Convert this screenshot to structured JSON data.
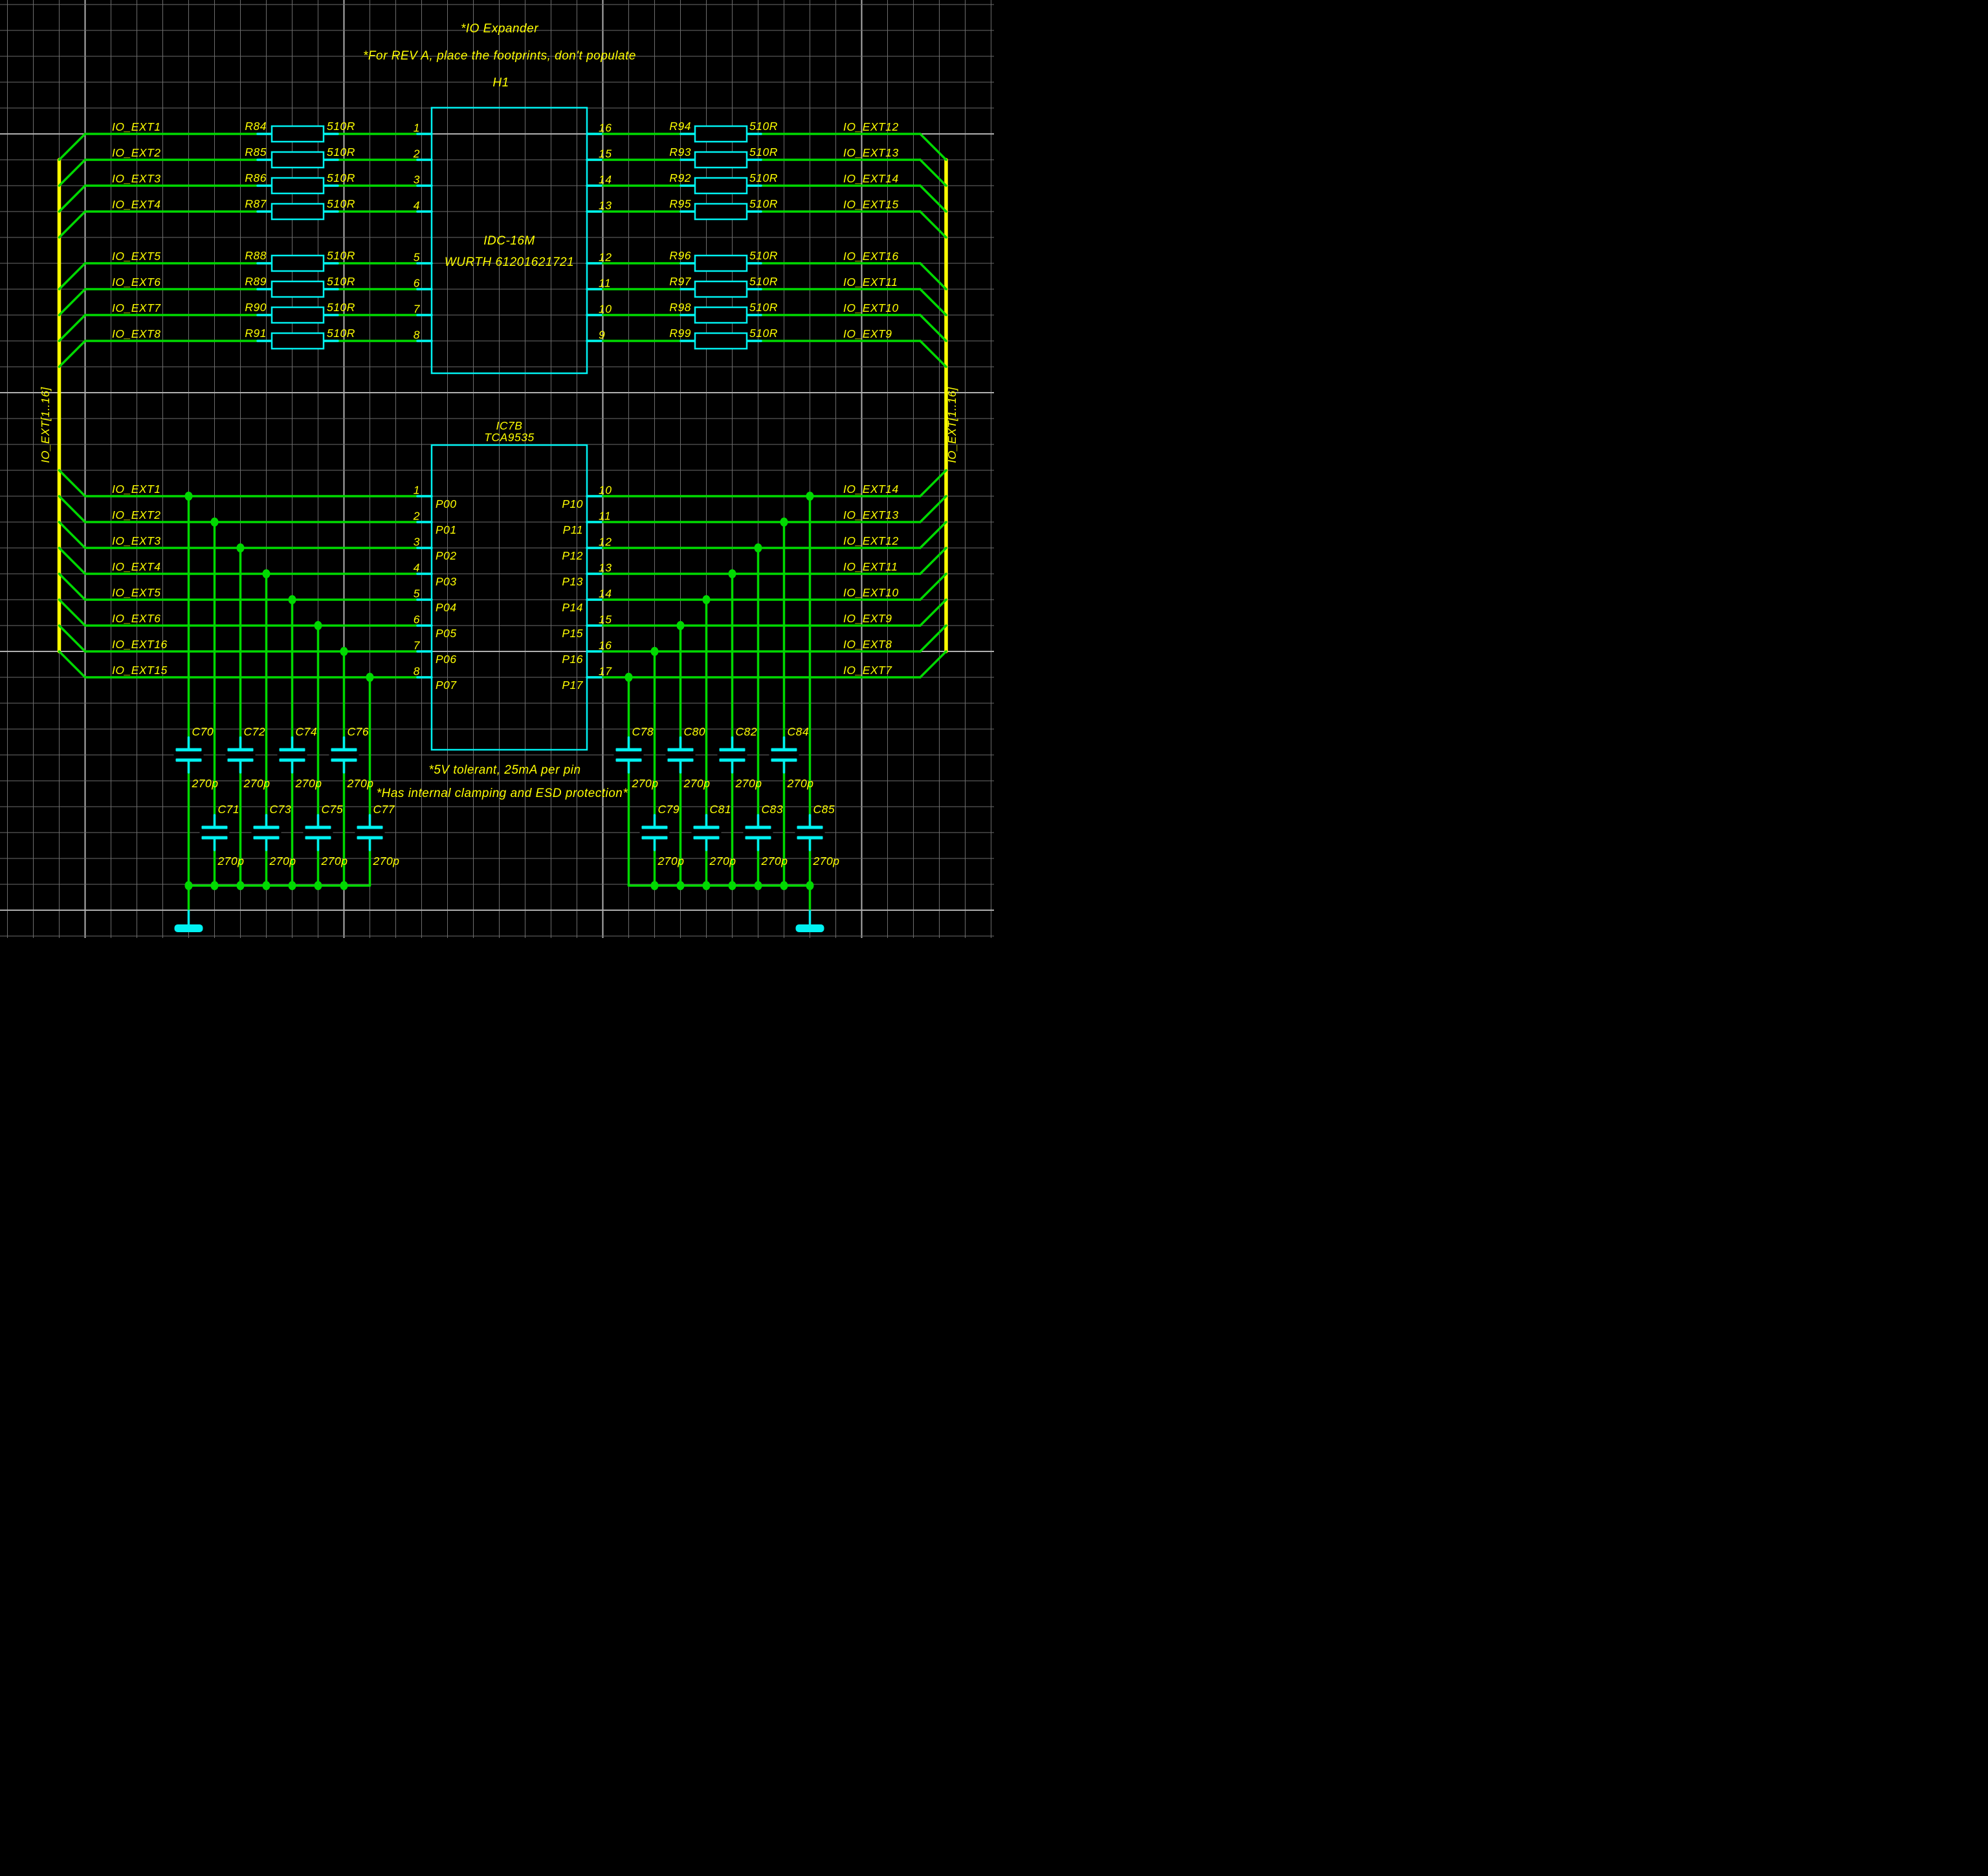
{
  "app": {
    "type": "schematic-editor-canvas"
  },
  "colors": {
    "background": "#000000",
    "wire": "#00d900",
    "device": "#00f2f2",
    "text": "#ffff00",
    "bus": "#ffff00",
    "grid_minor": "#6d6d6d",
    "grid_major": "#b0b0b0"
  },
  "notes": {
    "top": [
      "*IO Expander",
      "*For REV A, place the footprints, don't populate"
    ],
    "bottom": [
      "*5V tolerant, 25mA per pin",
      "*Has internal clamping and ESD protection*"
    ]
  },
  "buses": {
    "left": "IO_EXT[1..16]",
    "right": "IO_EXT[1..16]"
  },
  "connector": {
    "ref": "H1",
    "value": "IDC-16M",
    "part": "WURTH 61201621721",
    "left": [
      {
        "pin": "1",
        "net": "IO_EXT1",
        "resistor": "R84",
        "res_value": "510R"
      },
      {
        "pin": "2",
        "net": "IO_EXT2",
        "resistor": "R85",
        "res_value": "510R"
      },
      {
        "pin": "3",
        "net": "IO_EXT3",
        "resistor": "R86",
        "res_value": "510R"
      },
      {
        "pin": "4",
        "net": "IO_EXT4",
        "resistor": "R87",
        "res_value": "510R"
      },
      {
        "pin": "5",
        "net": "IO_EXT5",
        "resistor": "R88",
        "res_value": "510R"
      },
      {
        "pin": "6",
        "net": "IO_EXT6",
        "resistor": "R89",
        "res_value": "510R"
      },
      {
        "pin": "7",
        "net": "IO_EXT7",
        "resistor": "R90",
        "res_value": "510R"
      },
      {
        "pin": "8",
        "net": "IO_EXT8",
        "resistor": "R91",
        "res_value": "510R"
      }
    ],
    "right": [
      {
        "pin": "16",
        "net": "IO_EXT12",
        "resistor": "R94",
        "res_value": "510R"
      },
      {
        "pin": "15",
        "net": "IO_EXT13",
        "resistor": "R93",
        "res_value": "510R"
      },
      {
        "pin": "14",
        "net": "IO_EXT14",
        "resistor": "R92",
        "res_value": "510R"
      },
      {
        "pin": "13",
        "net": "IO_EXT15",
        "resistor": "R95",
        "res_value": "510R"
      },
      {
        "pin": "12",
        "net": "IO_EXT16",
        "resistor": "R96",
        "res_value": "510R"
      },
      {
        "pin": "11",
        "net": "IO_EXT11",
        "resistor": "R97",
        "res_value": "510R"
      },
      {
        "pin": "10",
        "net": "IO_EXT10",
        "resistor": "R98",
        "res_value": "510R"
      },
      {
        "pin": "9",
        "net": "IO_EXT9",
        "resistor": "R99",
        "res_value": "510R"
      }
    ]
  },
  "ic": {
    "ref": "IC7B",
    "value": "TCA9535",
    "left": [
      {
        "pin": "1",
        "name": "P00",
        "net": "IO_EXT1"
      },
      {
        "pin": "2",
        "name": "P01",
        "net": "IO_EXT2"
      },
      {
        "pin": "3",
        "name": "P02",
        "net": "IO_EXT3"
      },
      {
        "pin": "4",
        "name": "P03",
        "net": "IO_EXT4"
      },
      {
        "pin": "5",
        "name": "P04",
        "net": "IO_EXT5"
      },
      {
        "pin": "6",
        "name": "P05",
        "net": "IO_EXT6"
      },
      {
        "pin": "7",
        "name": "P06",
        "net": "IO_EXT16"
      },
      {
        "pin": "8",
        "name": "P07",
        "net": "IO_EXT15"
      }
    ],
    "right": [
      {
        "pin": "10",
        "name": "P10",
        "net": "IO_EXT14"
      },
      {
        "pin": "11",
        "name": "P11",
        "net": "IO_EXT13"
      },
      {
        "pin": "12",
        "name": "P12",
        "net": "IO_EXT12"
      },
      {
        "pin": "13",
        "name": "P13",
        "net": "IO_EXT11"
      },
      {
        "pin": "14",
        "name": "P14",
        "net": "IO_EXT10"
      },
      {
        "pin": "15",
        "name": "P15",
        "net": "IO_EXT9"
      },
      {
        "pin": "16",
        "name": "P16",
        "net": "IO_EXT8"
      },
      {
        "pin": "17",
        "name": "P17",
        "net": "IO_EXT7"
      }
    ]
  },
  "caps": {
    "left_top": [
      {
        "ref": "C70",
        "value": "270p"
      },
      {
        "ref": "C72",
        "value": "270p"
      },
      {
        "ref": "C74",
        "value": "270p"
      },
      {
        "ref": "C76",
        "value": "270p"
      }
    ],
    "left_bottom": [
      {
        "ref": "C71",
        "value": "270p"
      },
      {
        "ref": "C73",
        "value": "270p"
      },
      {
        "ref": "C75",
        "value": "270p"
      },
      {
        "ref": "C77",
        "value": "270p"
      }
    ],
    "right_top": [
      {
        "ref": "C78",
        "value": "270p"
      },
      {
        "ref": "C80",
        "value": "270p"
      },
      {
        "ref": "C82",
        "value": "270p"
      },
      {
        "ref": "C84",
        "value": "270p"
      }
    ],
    "right_bottom": [
      {
        "ref": "C79",
        "value": "270p"
      },
      {
        "ref": "C81",
        "value": "270p"
      },
      {
        "ref": "C83",
        "value": "270p"
      },
      {
        "ref": "C85",
        "value": "270p"
      }
    ]
  }
}
